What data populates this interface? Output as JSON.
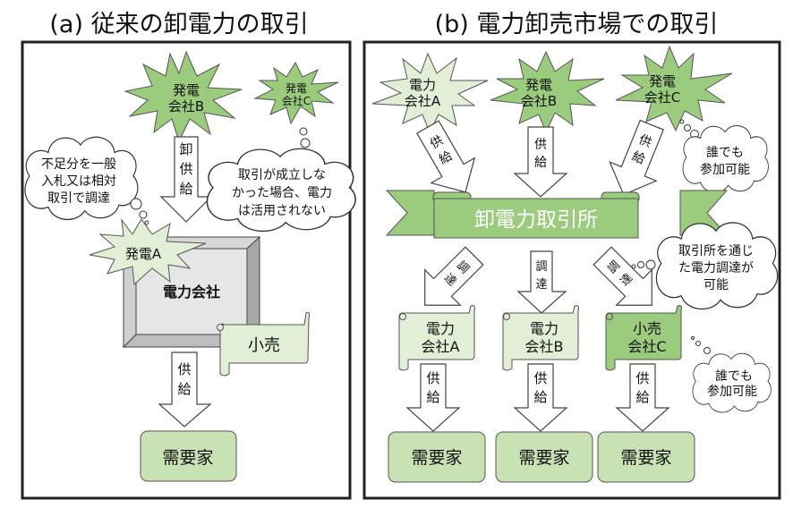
{
  "panel_a": {
    "title": "(a) 従来の卸電力の取引",
    "gen_b": [
      "発電",
      "会社B"
    ],
    "gen_c": [
      "発電",
      "会社C"
    ],
    "cloud_left": [
      "不足分を一般",
      "入札又は相対",
      "取引で調達"
    ],
    "arrow_wholesale": [
      "卸",
      "供",
      "給"
    ],
    "cloud_right": [
      "取引が成立しな",
      "かった場合、電力",
      "は活用されない"
    ],
    "gen_a": "発電A",
    "utility": "電力会社",
    "retail": "小売",
    "arrow_supply": [
      "供",
      "給"
    ],
    "consumer": "需要家"
  },
  "panel_b": {
    "title": "(b) 電力卸売市場での取引",
    "top": [
      {
        "lines": [
          "電力",
          "会社A"
        ]
      },
      {
        "lines": [
          "発電",
          "会社B"
        ]
      },
      {
        "lines": [
          "発電",
          "会社C"
        ]
      }
    ],
    "supply_label": [
      "供",
      "給"
    ],
    "cloud_top": [
      "誰でも",
      "参加可能"
    ],
    "exchange": "卸電力取引所",
    "procure_label": [
      "調",
      "達"
    ],
    "cloud_mid": [
      "取引所を通じ",
      "た電力調達が",
      "可能"
    ],
    "retailers": [
      {
        "lines": [
          "電力",
          "会社A"
        ]
      },
      {
        "lines": [
          "電力",
          "会社B"
        ]
      },
      {
        "lines": [
          "小売",
          "会社C"
        ]
      }
    ],
    "cloud_bottom": [
      "誰でも",
      "参加可能"
    ],
    "consumers": [
      "需要家",
      "需要家",
      "需要家"
    ]
  },
  "colors": {
    "green_dark": "#9bcc7e",
    "green_light": "#e2efd6",
    "green_mid": "#c9e2b4",
    "box_grey": "#e6e6e6",
    "frame": "#222222"
  }
}
